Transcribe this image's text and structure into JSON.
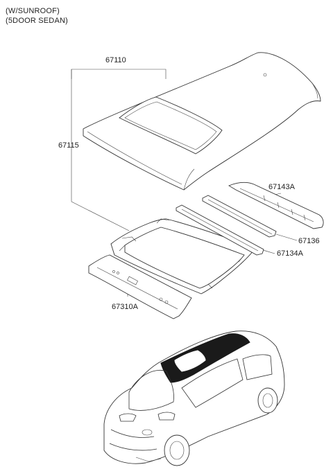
{
  "header": {
    "line1": "(W/SUNROOF)",
    "line2": "(5DOOR SEDAN)"
  },
  "parts": {
    "p67110": "67110",
    "p67115": "67115",
    "p67143A": "67143A",
    "p67136": "67136",
    "p67134A": "67134A",
    "p67310A": "67310A"
  },
  "colors": {
    "line": "#333333",
    "roof_highlight": "#1a1a1a"
  }
}
